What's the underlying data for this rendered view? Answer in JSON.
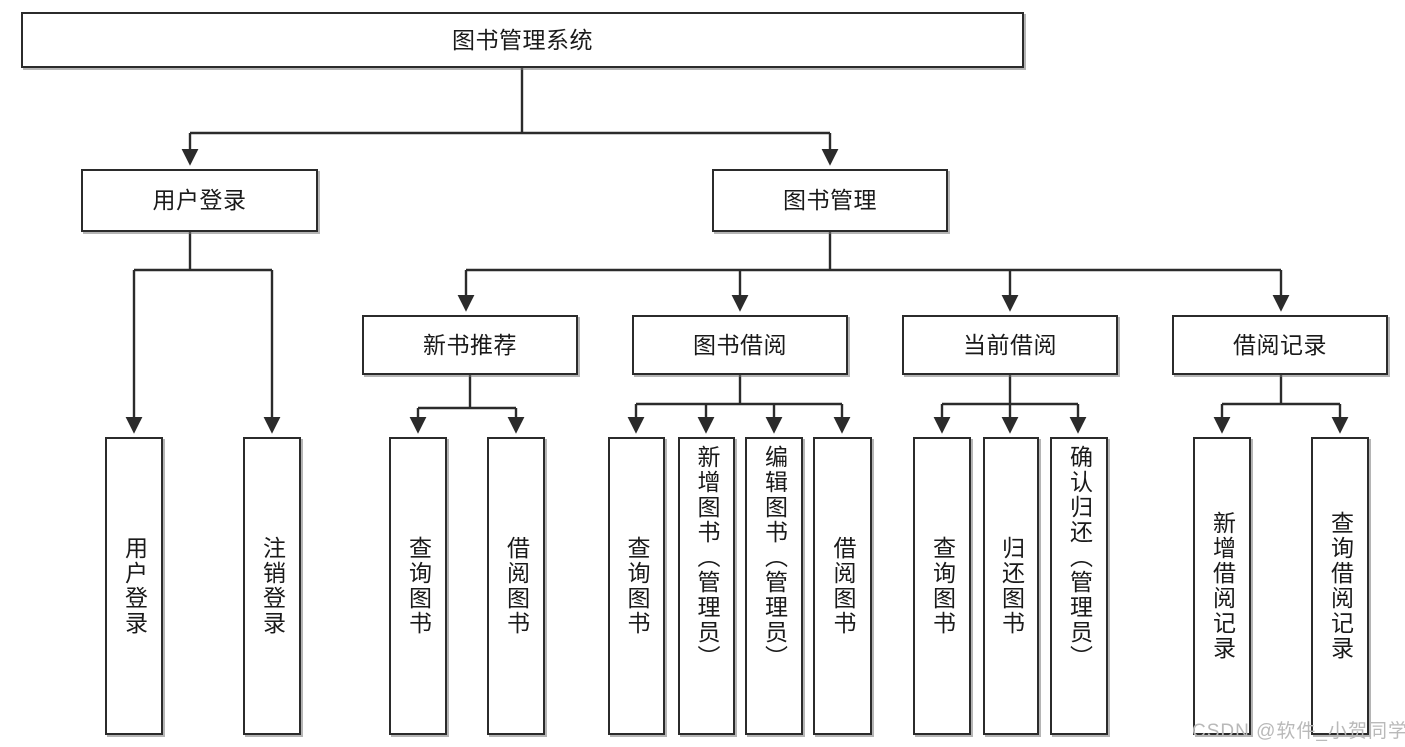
{
  "diagram": {
    "type": "hierarchy-tree",
    "title": "图书管理系统",
    "root": {
      "label": "图书管理系统"
    },
    "level2": [
      {
        "label": "用户登录"
      },
      {
        "label": "图书管理"
      }
    ],
    "level3": [
      {
        "label": "新书推荐"
      },
      {
        "label": "图书借阅"
      },
      {
        "label": "当前借阅"
      },
      {
        "label": "借阅记录"
      }
    ],
    "leaves": {
      "user_login": [
        {
          "label": "用户登录"
        },
        {
          "label": "注销登录"
        }
      ],
      "new_book_recommend": [
        {
          "label": "查询图书"
        },
        {
          "label": "借阅图书"
        }
      ],
      "book_borrow": [
        {
          "label": "查询图书"
        },
        {
          "label": "新增图书（管理员）"
        },
        {
          "label": "编辑图书（管理员）"
        },
        {
          "label": "借阅图书"
        }
      ],
      "current_borrow": [
        {
          "label": "查询图书"
        },
        {
          "label": "归还图书"
        },
        {
          "label": "确认归还（管理员）"
        }
      ],
      "borrow_record": [
        {
          "label": "新增借阅记录"
        },
        {
          "label": "查询借阅记录"
        }
      ]
    }
  },
  "watermark": {
    "text": "CSDN @软件_小贺同学"
  },
  "colors": {
    "stroke": "#2b2b2b",
    "background": "#ffffff",
    "text": "#1a1a1a",
    "watermark": "#b9b9b9"
  }
}
